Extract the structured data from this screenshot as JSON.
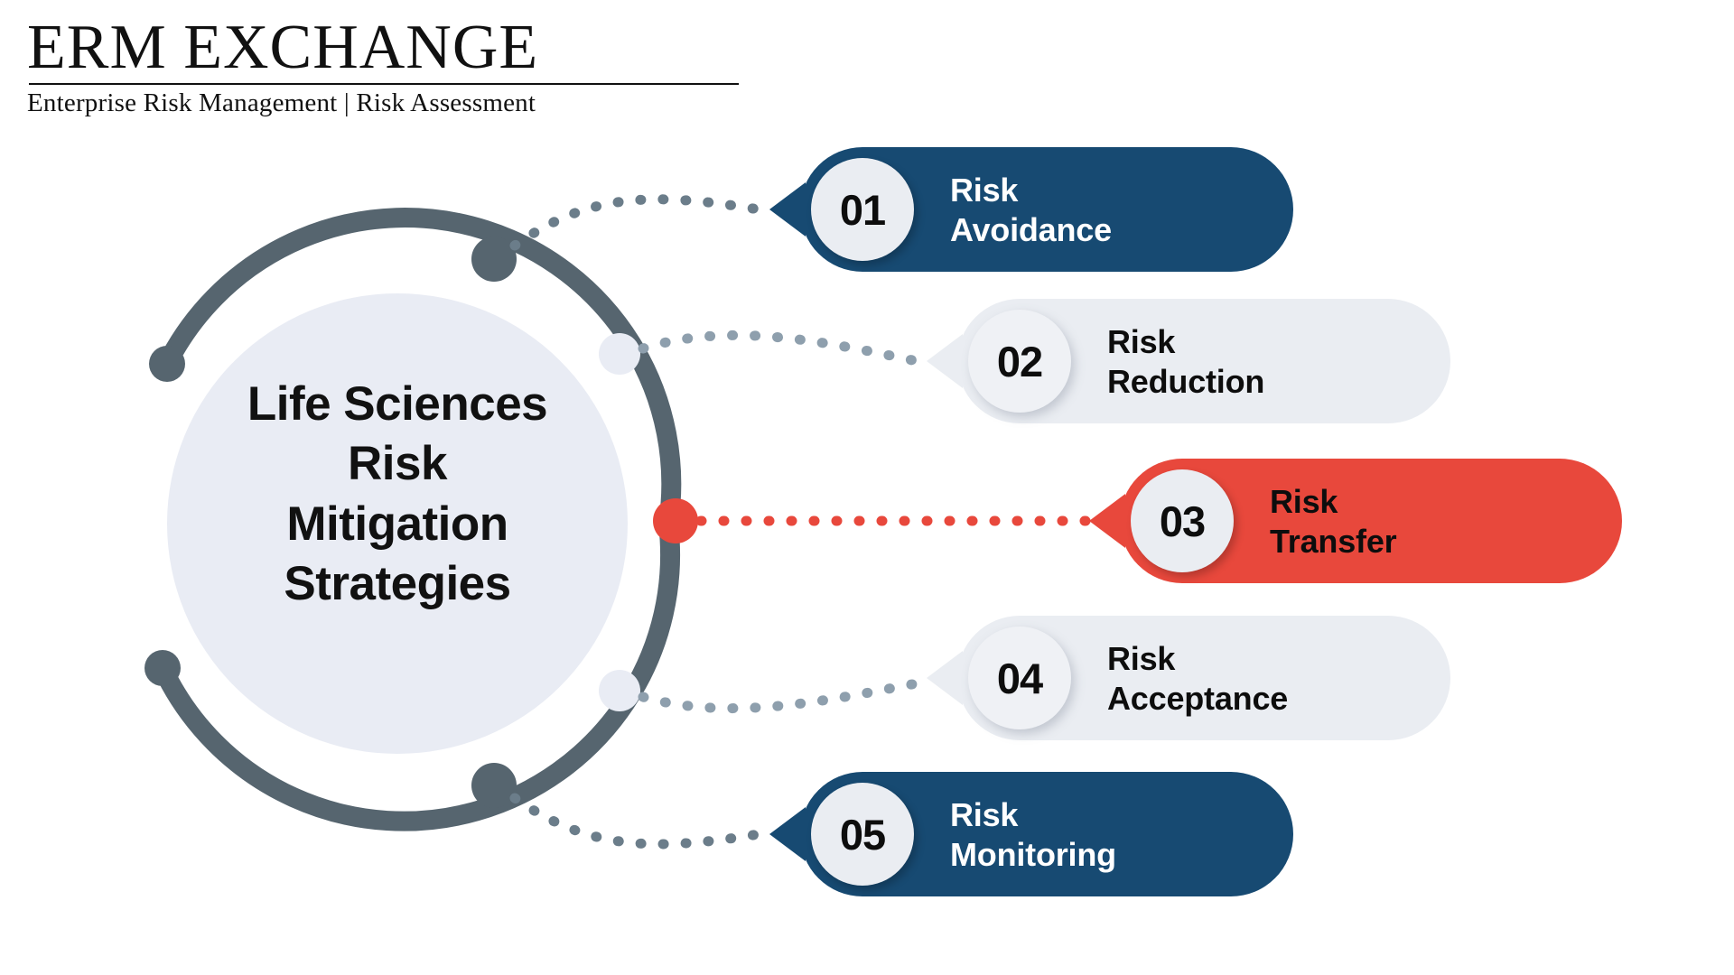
{
  "logo": {
    "title": "ERM EXCHANGE",
    "tagline": "Enterprise Risk Management  |  Risk Assessment"
  },
  "hub": {
    "lines": [
      "Life Sciences",
      "Risk",
      "Mitigation",
      "Strategies"
    ]
  },
  "colors": {
    "navy": "#174a72",
    "red": "#e8483c",
    "light_pill": "#eaedf2",
    "slate": "#56656f",
    "hub_fill": "#e9ecf4",
    "text_dark": "#0d0d0d",
    "text_light": "#ffffff"
  },
  "items": [
    {
      "number": "01",
      "title_line1": "Risk",
      "title_line2": "Avoidance",
      "style": "navy",
      "connector": "slate-dotted"
    },
    {
      "number": "02",
      "title_line1": "Risk",
      "title_line2": "Reduction",
      "style": "light",
      "connector": "slate-dotted"
    },
    {
      "number": "03",
      "title_line1": "Risk",
      "title_line2": "Transfer",
      "style": "red",
      "connector": "red-dotted"
    },
    {
      "number": "04",
      "title_line1": "Risk",
      "title_line2": "Acceptance",
      "style": "light",
      "connector": "slate-dotted"
    },
    {
      "number": "05",
      "title_line1": "Risk",
      "title_line2": "Monitoring",
      "style": "navy",
      "connector": "slate-dotted"
    }
  ]
}
